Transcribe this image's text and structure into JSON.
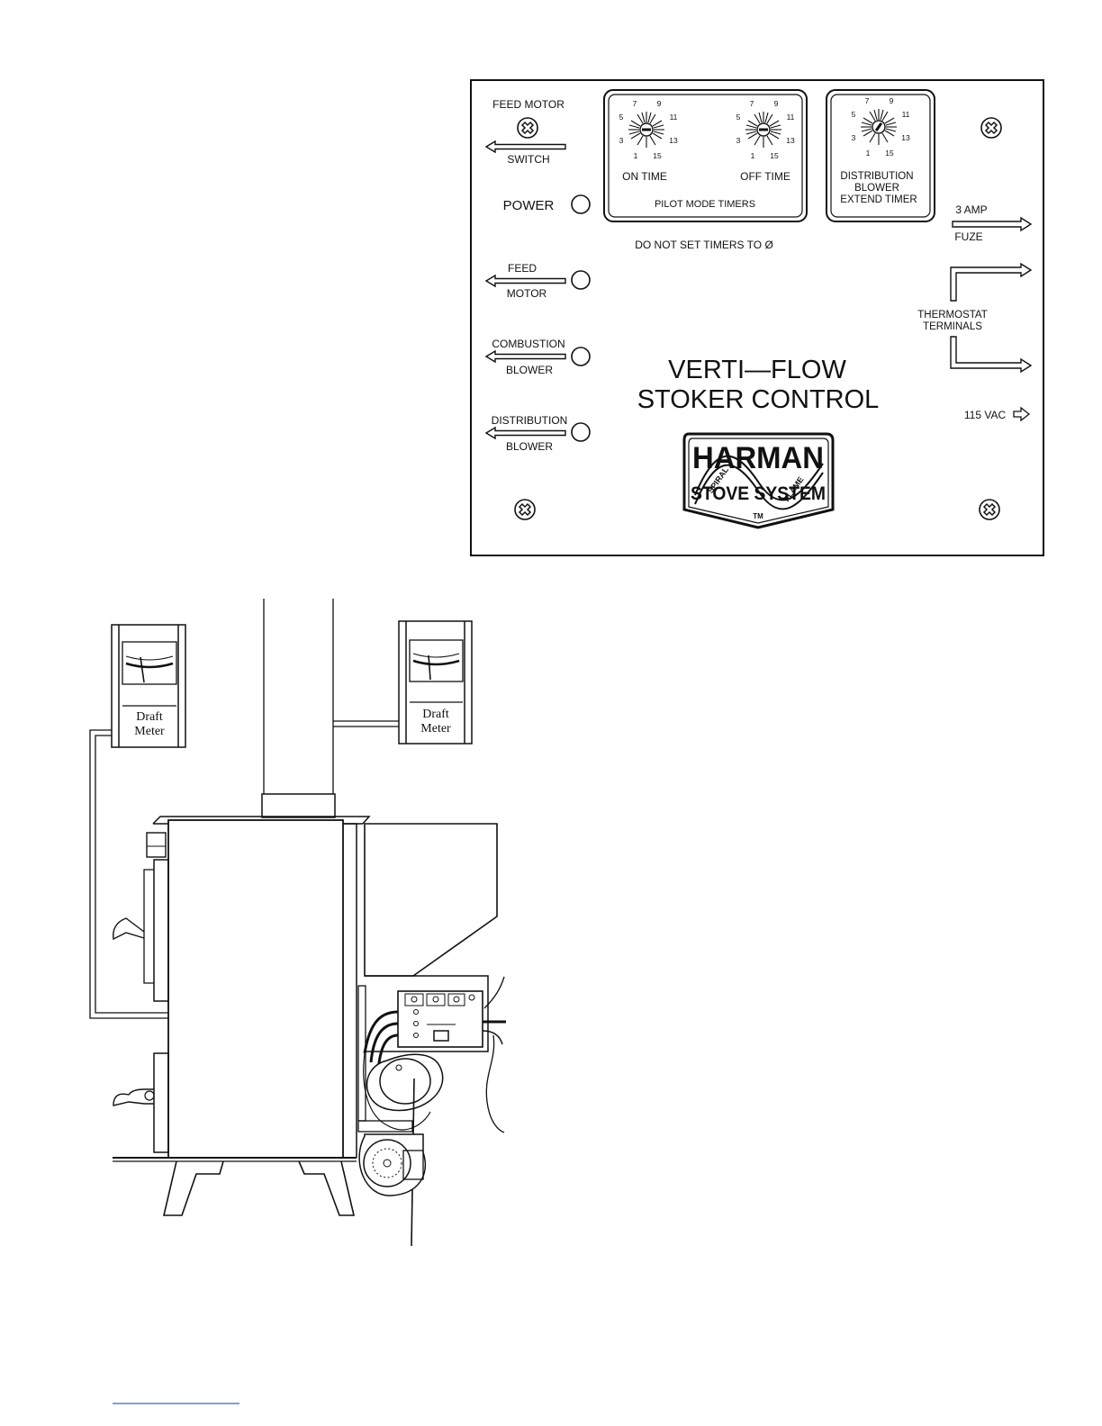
{
  "panel": {
    "feed_motor_label": "FEED MOTOR",
    "switch_label": "SWITCH",
    "power_label": "POWER",
    "feed_label": "FEED",
    "motor_label": "MOTOR",
    "combustion_label": "COMBUSTION",
    "blower_label_1": "BLOWER",
    "distribution_label": "DISTRIBUTION",
    "blower_label_2": "BLOWER",
    "on_time_label": "ON TIME",
    "off_time_label": "OFF TIME",
    "pilot_mode_label": "PILOT MODE TIMERS",
    "dist_timer_line1": "DISTRIBUTION",
    "dist_timer_line2": "BLOWER",
    "dist_timer_line3": "EXTEND TIMER",
    "warning": "DO NOT SET TIMERS TO Ø",
    "amp_label": "3 AMP",
    "fuze_label": "FUZE",
    "thermostat_line1": "THERMOSTAT",
    "thermostat_line2": "TERMINALS",
    "vac_label": "115 VAC",
    "title_line1": "VERTI—FLOW",
    "title_line2": "STOKER CONTROL",
    "dial_numbers": [
      "7",
      "9",
      "5",
      "11",
      "3",
      "13",
      "1",
      "15"
    ]
  },
  "logo": {
    "brand": "HARMAN",
    "system": "STOVE SYSTEM",
    "ribbon_left": "SPIRAL",
    "ribbon_right": "FLAME",
    "tm": "TM"
  },
  "stove": {
    "meter_left_line1": "Draft",
    "meter_left_line2": "Meter",
    "meter_right_line1": "Draft",
    "meter_right_line2": "Meter"
  }
}
